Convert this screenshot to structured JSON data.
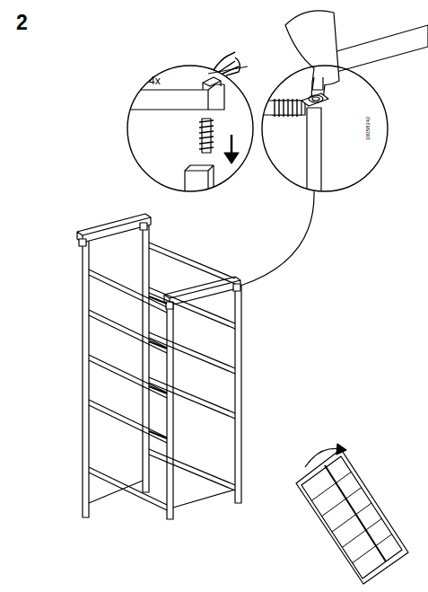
{
  "diagram": {
    "labels": [
      "2",
      "4x",
      "10058342"
    ]
  }
}
